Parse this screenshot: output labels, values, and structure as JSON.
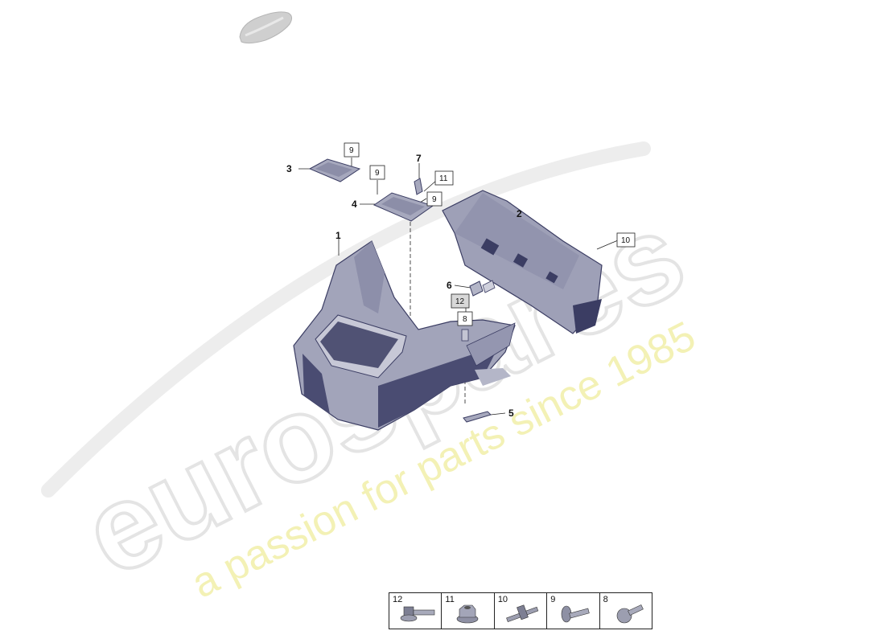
{
  "callouts": {
    "c1": "1",
    "c2": "2",
    "c3": "3",
    "c4": "4",
    "c5": "5",
    "c6": "6",
    "c7": "7"
  },
  "boxed_labels": {
    "b9_a": "9",
    "b9_b": "9",
    "b9_c": "9",
    "b11": "11",
    "b10": "10",
    "b12": "12",
    "b8": "8"
  },
  "legend": {
    "items": [
      {
        "number": "12",
        "icon": "flange-bolt-icon"
      },
      {
        "number": "11",
        "icon": "flange-nut-icon"
      },
      {
        "number": "10",
        "icon": "stud-bolt-icon"
      },
      {
        "number": "9",
        "icon": "pan-head-screw-icon"
      },
      {
        "number": "8",
        "icon": "dome-head-screw-icon"
      }
    ]
  },
  "watermark": {
    "brand": "eurospares",
    "tagline": "a passion for parts since 1985"
  },
  "colors": {
    "part_fill": "#9a9cb3",
    "part_dark": "#3b3d63",
    "watermark_grey": "#e9e9e9",
    "watermark_yellow": "#f3f1b5"
  }
}
